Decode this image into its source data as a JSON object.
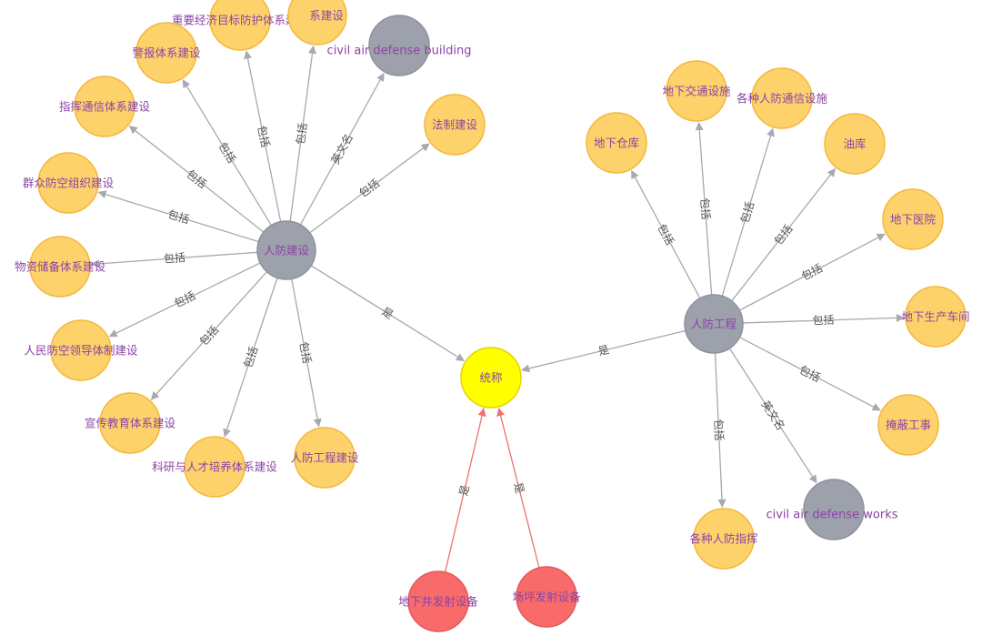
{
  "colors": {
    "category": "#fdd26b",
    "category_stroke": "#f3b83e",
    "hub": "#9da1ab",
    "hub_stroke": "#8e929c",
    "center": "#ffff00",
    "center_stroke": "#e6d200",
    "device": "#f96a6a",
    "device_stroke": "#e55a5a",
    "edge": "#a8a8b0",
    "edge_red": "#f07070",
    "label": "#8a44a6",
    "edge_label": "#555555"
  },
  "nodes": [
    {
      "id": "renfangjianshe",
      "label": "人防建设",
      "type": "hub"
    },
    {
      "id": "renfanggongcheng",
      "label": "人防工程",
      "type": "hub"
    },
    {
      "id": "tongcheng",
      "label": "统称",
      "type": "center"
    },
    {
      "id": "civil_building",
      "label": "civil air defense building",
      "type": "hub"
    },
    {
      "id": "civil_works",
      "label": "civil air defense works",
      "type": "hub"
    },
    {
      "id": "zhongyao",
      "label": "重要经济目标防护体系建设",
      "type": "category"
    },
    {
      "id": "xiaoguan",
      "label": "系建设",
      "type": "category"
    },
    {
      "id": "jingbao",
      "label": "警报体系建设",
      "type": "category"
    },
    {
      "id": "zhihui",
      "label": "指挥通信体系建设",
      "type": "category"
    },
    {
      "id": "qunzhong",
      "label": "群众防空组织建设",
      "type": "category"
    },
    {
      "id": "wuzi",
      "label": "物资储备体系建设",
      "type": "category"
    },
    {
      "id": "renmin",
      "label": "人民防空领导体制建设",
      "type": "category"
    },
    {
      "id": "xuanchuan",
      "label": "宣传教育体系建设",
      "type": "category"
    },
    {
      "id": "keyan",
      "label": "科研与人才培养体系建设",
      "type": "category"
    },
    {
      "id": "gongchengjianshe",
      "label": "人防工程建设",
      "type": "category"
    },
    {
      "id": "fazhi",
      "label": "法制建设",
      "type": "category"
    },
    {
      "id": "dixiacangku",
      "label": "地下仓库",
      "type": "category"
    },
    {
      "id": "jiaotong",
      "label": "地下交通设施",
      "type": "category"
    },
    {
      "id": "tongxin",
      "label": "各种人防通信设施",
      "type": "category"
    },
    {
      "id": "youku",
      "label": "油库",
      "type": "category"
    },
    {
      "id": "yiyuan",
      "label": "地下医院",
      "type": "category"
    },
    {
      "id": "chejian",
      "label": "地下生产车间",
      "type": "category"
    },
    {
      "id": "yanbi",
      "label": "掩蔽工事",
      "type": "category"
    },
    {
      "id": "zhihuisuo",
      "label": "各种人防指挥",
      "type": "category"
    },
    {
      "id": "jingshi",
      "label": "地下井发射设备",
      "type": "device"
    },
    {
      "id": "changping",
      "label": "场坪发射设备",
      "type": "device"
    }
  ],
  "edges": [
    {
      "source": "renfangjianshe",
      "target": "zhongyao",
      "label": "包括"
    },
    {
      "source": "renfangjianshe",
      "target": "xiaoguan",
      "label": "包括"
    },
    {
      "source": "renfangjianshe",
      "target": "civil_building",
      "label": "英文名"
    },
    {
      "source": "renfangjianshe",
      "target": "jingbao",
      "label": "包括"
    },
    {
      "source": "renfangjianshe",
      "target": "zhihui",
      "label": "包括"
    },
    {
      "source": "renfangjianshe",
      "target": "qunzhong",
      "label": "包括"
    },
    {
      "source": "renfangjianshe",
      "target": "wuzi",
      "label": "包括"
    },
    {
      "source": "renfangjianshe",
      "target": "renmin",
      "label": "包括"
    },
    {
      "source": "renfangjianshe",
      "target": "xuanchuan",
      "label": "包括"
    },
    {
      "source": "renfangjianshe",
      "target": "keyan",
      "label": "包括"
    },
    {
      "source": "renfangjianshe",
      "target": "gongchengjianshe",
      "label": "包括"
    },
    {
      "source": "renfangjianshe",
      "target": "fazhi",
      "label": "包括"
    },
    {
      "source": "renfangjianshe",
      "target": "tongcheng",
      "label": "是"
    },
    {
      "source": "renfanggongcheng",
      "target": "tongcheng",
      "label": "是"
    },
    {
      "source": "renfanggongcheng",
      "target": "dixiacangku",
      "label": "包括"
    },
    {
      "source": "renfanggongcheng",
      "target": "jiaotong",
      "label": "包括"
    },
    {
      "source": "renfanggongcheng",
      "target": "tongxin",
      "label": "包括"
    },
    {
      "source": "renfanggongcheng",
      "target": "youku",
      "label": "包括"
    },
    {
      "source": "renfanggongcheng",
      "target": "yiyuan",
      "label": "包括"
    },
    {
      "source": "renfanggongcheng",
      "target": "chejian",
      "label": "包括"
    },
    {
      "source": "renfanggongcheng",
      "target": "yanbi",
      "label": "包括"
    },
    {
      "source": "renfanggongcheng",
      "target": "zhihuisuo",
      "label": "包括"
    },
    {
      "source": "renfanggongcheng",
      "target": "civil_works",
      "label": "英文名"
    },
    {
      "source": "jingshi",
      "target": "tongcheng",
      "label": "是"
    },
    {
      "source": "changping",
      "target": "tongcheng",
      "label": "是"
    }
  ]
}
